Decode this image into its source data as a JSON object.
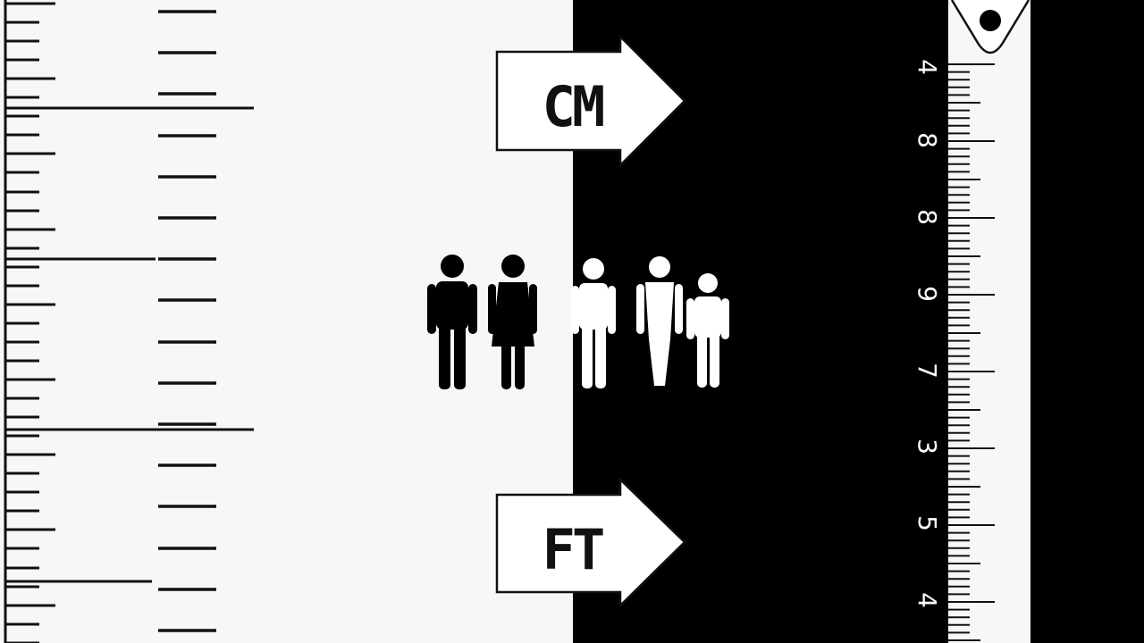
{
  "arrows": {
    "top_label": "CM",
    "bottom_label": "FT"
  },
  "tape": {
    "numbers": [
      "4",
      "8",
      "8",
      "9",
      "7",
      "3",
      "5",
      "4"
    ]
  },
  "colors": {
    "light": "#f7f7f7",
    "dark": "#000000",
    "ink": "#111111",
    "white": "#ffffff"
  },
  "people": {
    "count": 5
  }
}
